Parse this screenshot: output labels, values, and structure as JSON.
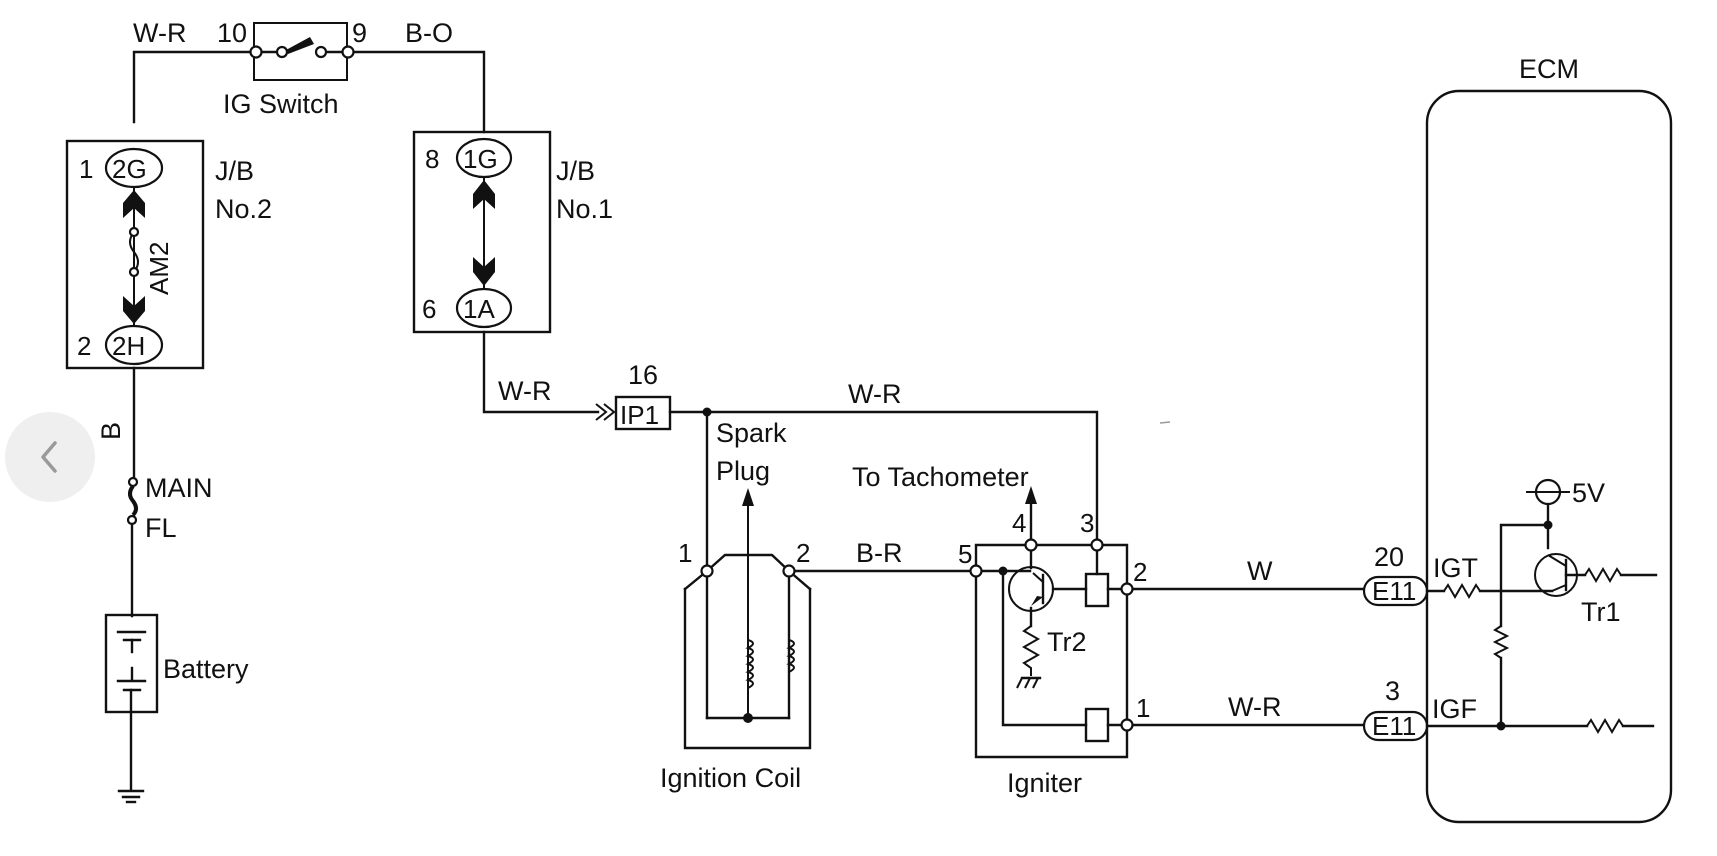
{
  "diagram": {
    "title": "Ignition System Wiring Diagram",
    "ig_switch": {
      "label": "IG Switch",
      "pin_in": "10",
      "pin_out": "9",
      "wire_in": "W-R",
      "wire_out": "B-O"
    },
    "jb2": {
      "label_line1": "J/B",
      "label_line2": "No.2",
      "pin_top": "1",
      "conn_top": "2G",
      "pin_bottom": "2",
      "conn_bottom": "2H",
      "fuse": "AM2"
    },
    "jb1": {
      "label_line1": "J/B",
      "label_line2": "No.1",
      "pin_top": "8",
      "conn_top": "1G",
      "pin_bottom": "6",
      "conn_bottom": "1A"
    },
    "battery_branch": {
      "wire": "B",
      "fuse_line1": "MAIN",
      "fuse_line2": "FL",
      "battery": "Battery"
    },
    "ip1": {
      "wire_in": "W-R",
      "pin": "16",
      "connector": "IP1",
      "wire_out": "W-R"
    },
    "ignition_coil": {
      "label": "Ignition Coil",
      "pin1": "1",
      "pin2": "2",
      "spark_line1": "Spark",
      "spark_line2": "Plug",
      "wire_out": "B-R"
    },
    "igniter": {
      "label": "Igniter",
      "pin5": "5",
      "pin4": "4",
      "pin3": "3",
      "pin2": "2",
      "pin1": "1",
      "tach": "To Tachometer",
      "transistor": "Tr2"
    },
    "ecm": {
      "label": "ECM",
      "igt": {
        "wire": "W",
        "pin": "20",
        "connector": "E11",
        "signal": "IGT"
      },
      "igf": {
        "wire": "W-R",
        "pin": "3",
        "connector": "E11",
        "signal": "IGF"
      },
      "supply": "5V",
      "transistor": "Tr1"
    }
  },
  "nav": {
    "prev_icon": "chevron-left-icon"
  }
}
